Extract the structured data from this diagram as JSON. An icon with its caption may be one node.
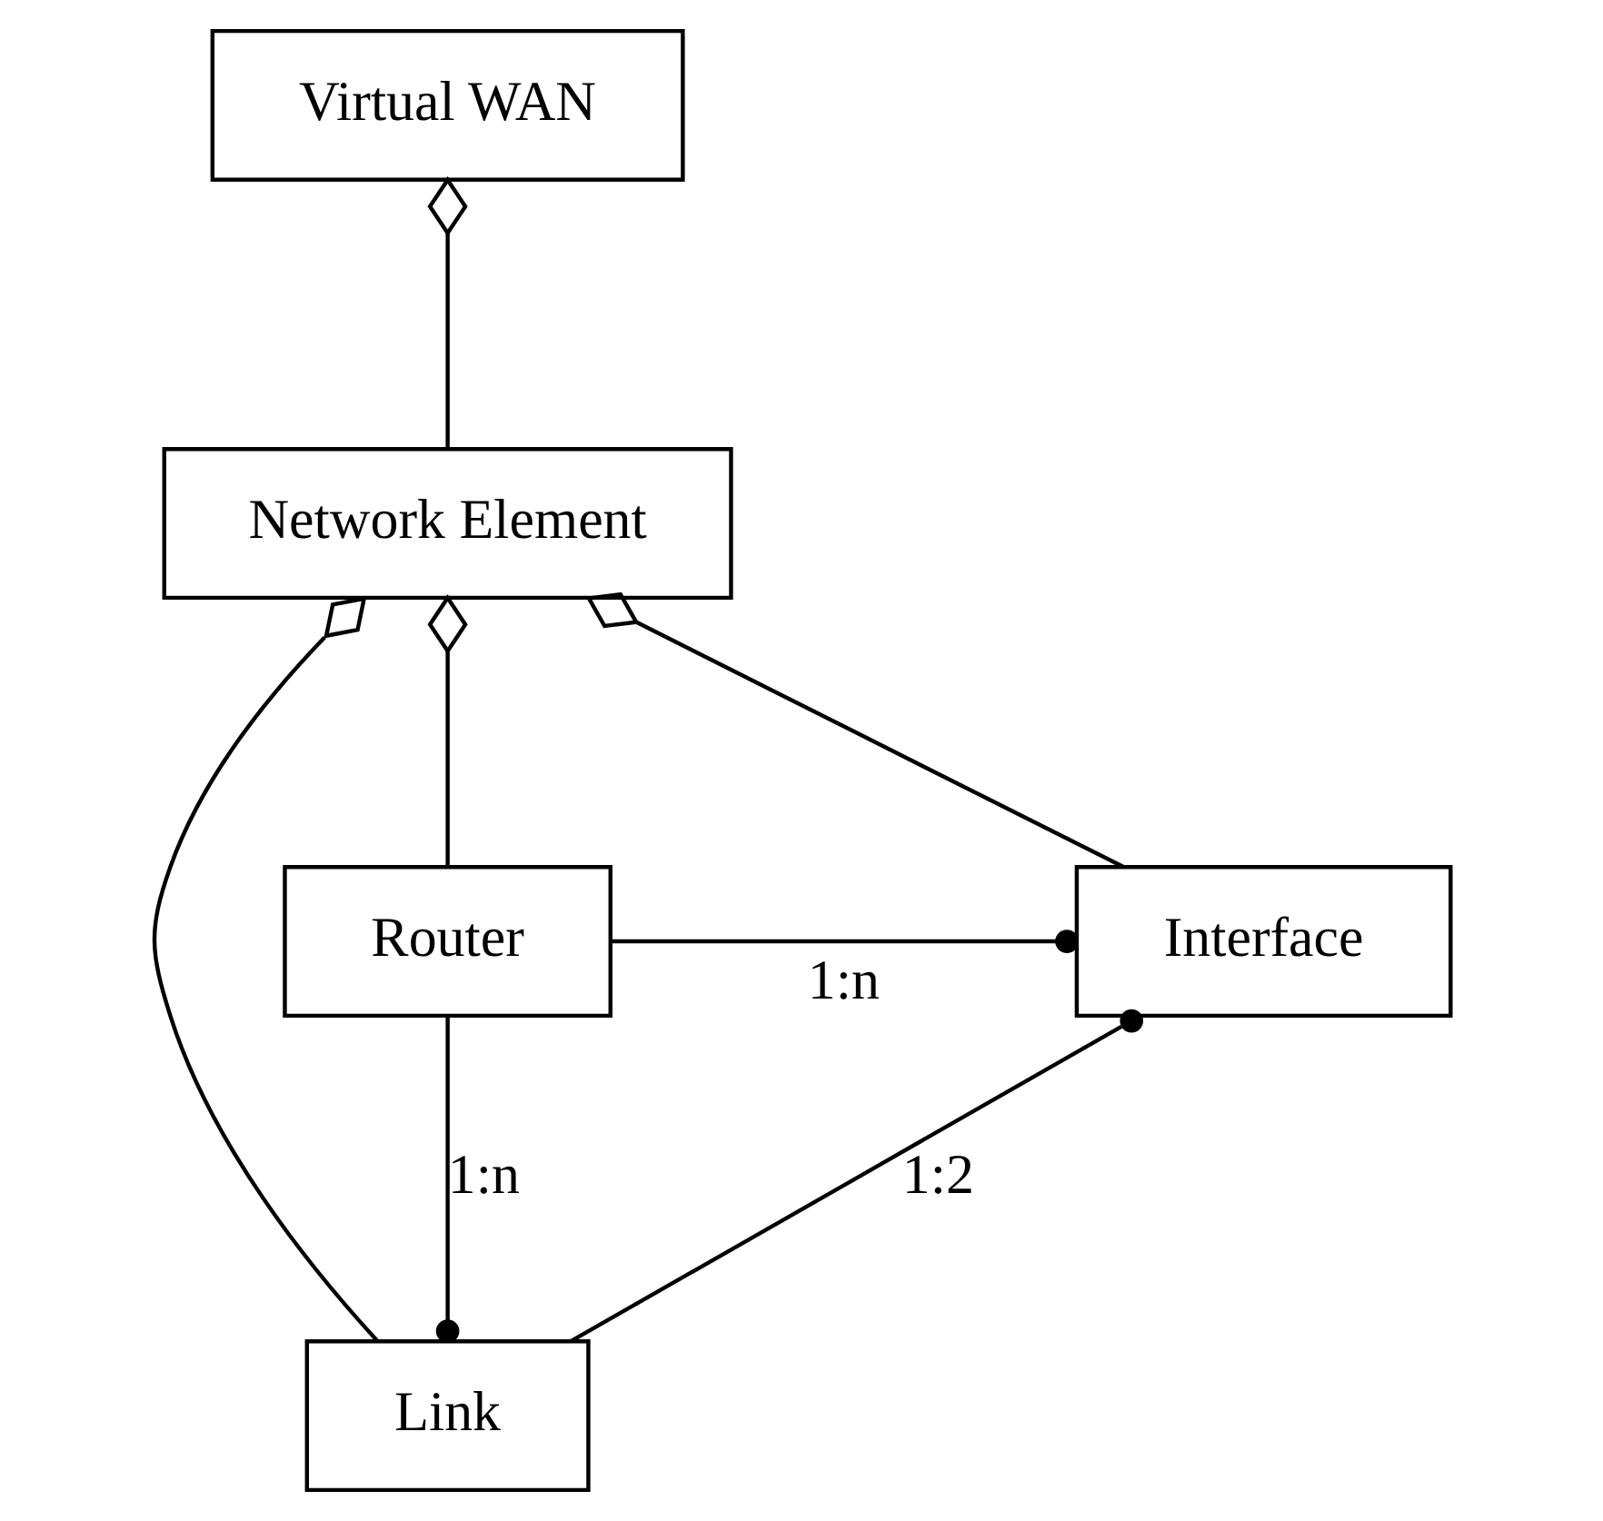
{
  "diagram": {
    "nodes": [
      {
        "text": [
          "Virtual WAN"
        ]
      },
      {
        "text": [
          "Network Element"
        ]
      },
      {
        "text": [
          "Link"
        ]
      },
      {
        "text": [
          "Router"
        ]
      },
      {
        "text": [
          "Interface"
        ]
      }
    ],
    "edges": [
      {
        "from": 1,
        "to": 0,
        "arrow": "other"
      },
      {
        "from": 3,
        "to": 1,
        "arrow": "other"
      },
      {
        "from": 2,
        "to": 1,
        "arrow": "other"
      },
      {
        "from": 4,
        "to": 1,
        "arrow": "other"
      },
      {
        "from": 3,
        "to": 2,
        "arrow": "other",
        "label": "1:n"
      },
      {
        "from": 2,
        "to": 4,
        "arrow": "other",
        "label": "1:2"
      },
      {
        "from": 3,
        "to": 4,
        "arrow": "other",
        "label": "1:n"
      }
    ]
  }
}
